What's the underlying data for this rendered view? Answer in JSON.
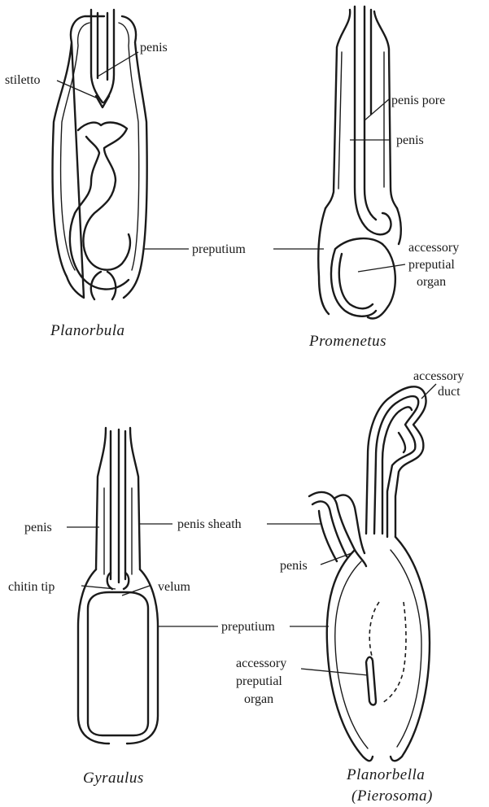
{
  "figures": {
    "planorbula": {
      "caption": "Planorbula",
      "labels": {
        "penis": "penis",
        "stiletto": "stiletto",
        "preputium": "preputium"
      }
    },
    "promenetus": {
      "caption": "Promenetus",
      "labels": {
        "penis_pore": "penis pore",
        "penis": "penis",
        "accessory_preputial_organ": [
          "accessory",
          "preputial",
          "organ"
        ]
      }
    },
    "gyraulus": {
      "caption": "Gyraulus",
      "labels": {
        "penis": "penis",
        "penis_sheath": "penis sheath",
        "chitin_tip": "chitin tip",
        "velum": "velum",
        "preputium": "preputium"
      }
    },
    "planorbella": {
      "caption": "Planorbella",
      "caption_sub": "(Pierosoma)",
      "labels": {
        "accessory_duct": [
          "accessory",
          "duct"
        ],
        "penis": "penis",
        "accessory_preputial_organ": [
          "accessory",
          "preputial",
          "organ"
        ]
      }
    }
  }
}
